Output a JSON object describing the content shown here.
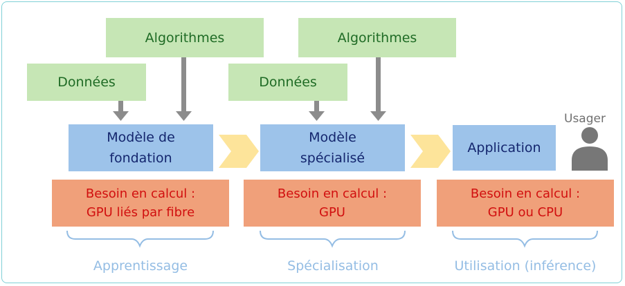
{
  "inputs": {
    "algorithmes": "Algorithmes",
    "donnees": "Données"
  },
  "models": {
    "foundation_line1": "Modèle de",
    "foundation_line2": "fondation",
    "specialized_line1": "Modèle",
    "specialized_line2": "spécialisé",
    "application": "Application"
  },
  "compute": {
    "label": "Besoin en calcul :",
    "foundation": "GPU liés par fibre",
    "specialized": "GPU",
    "application": "GPU ou CPU"
  },
  "phases": {
    "training": "Apprentissage",
    "specialization": "Spécialisation",
    "inference": "Utilisation (inférence)"
  },
  "user_label": "Usager",
  "colors": {
    "input_fill": "#c6e6b5",
    "model_fill": "#9dc3ea",
    "compute_fill": "#f0a07a",
    "compute_text": "#d10f0f",
    "phase_text": "#94bde4",
    "flow_chevron": "#fde49a",
    "arrow": "#8c8c8c"
  }
}
